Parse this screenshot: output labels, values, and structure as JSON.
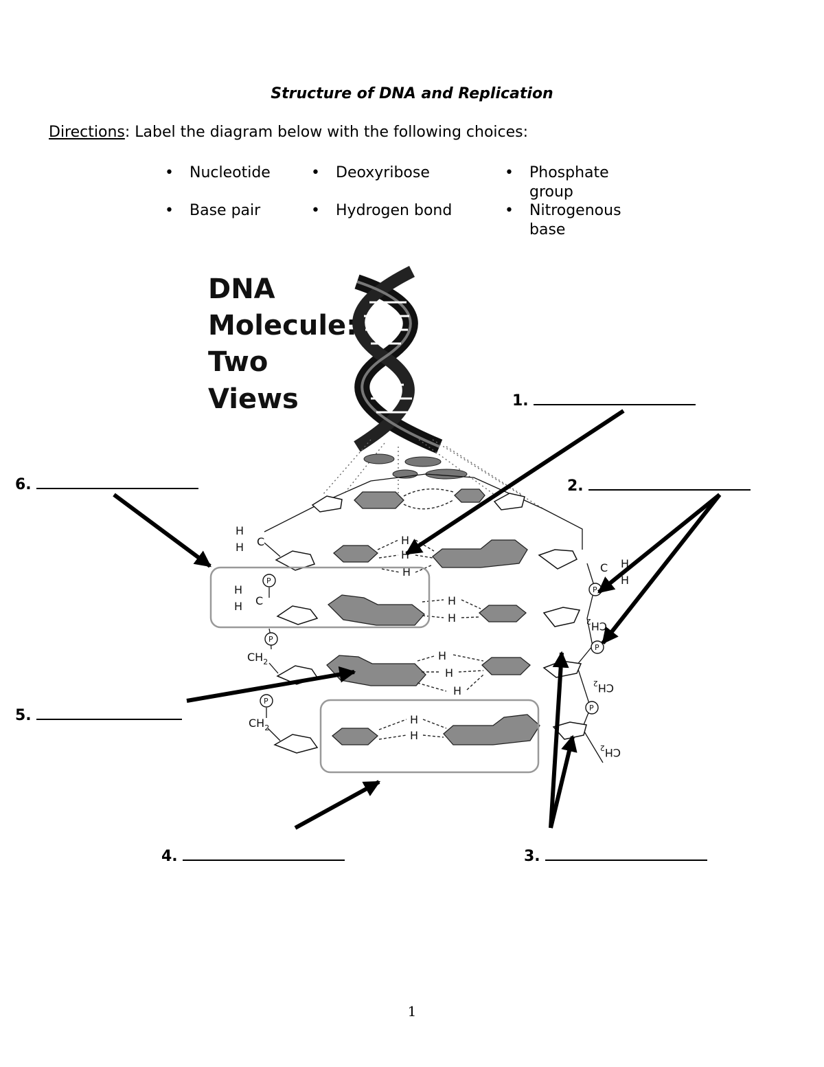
{
  "title": "Structure of DNA and Replication",
  "directions": {
    "label": "Directions",
    "text": ": Label the diagram below with the following choices:"
  },
  "choices": [
    {
      "text": "Nucleotide"
    },
    {
      "text": "Deoxyribose"
    },
    {
      "text": "Phosphate group"
    },
    {
      "text": "Base pair"
    },
    {
      "text": "Hydrogen bond"
    },
    {
      "text": "Nitrogenous base"
    }
  ],
  "bullet": "•",
  "diagram": {
    "heading": [
      "DNA",
      "Molecule:",
      "Two",
      "Views"
    ],
    "labels": {
      "c": "C",
      "h": "H",
      "p": "P",
      "ch2": "CH",
      "sub2": "2"
    }
  },
  "blanks": [
    "1.",
    "2.",
    "3.",
    "4.",
    "5.",
    "6."
  ],
  "page_number": "1"
}
